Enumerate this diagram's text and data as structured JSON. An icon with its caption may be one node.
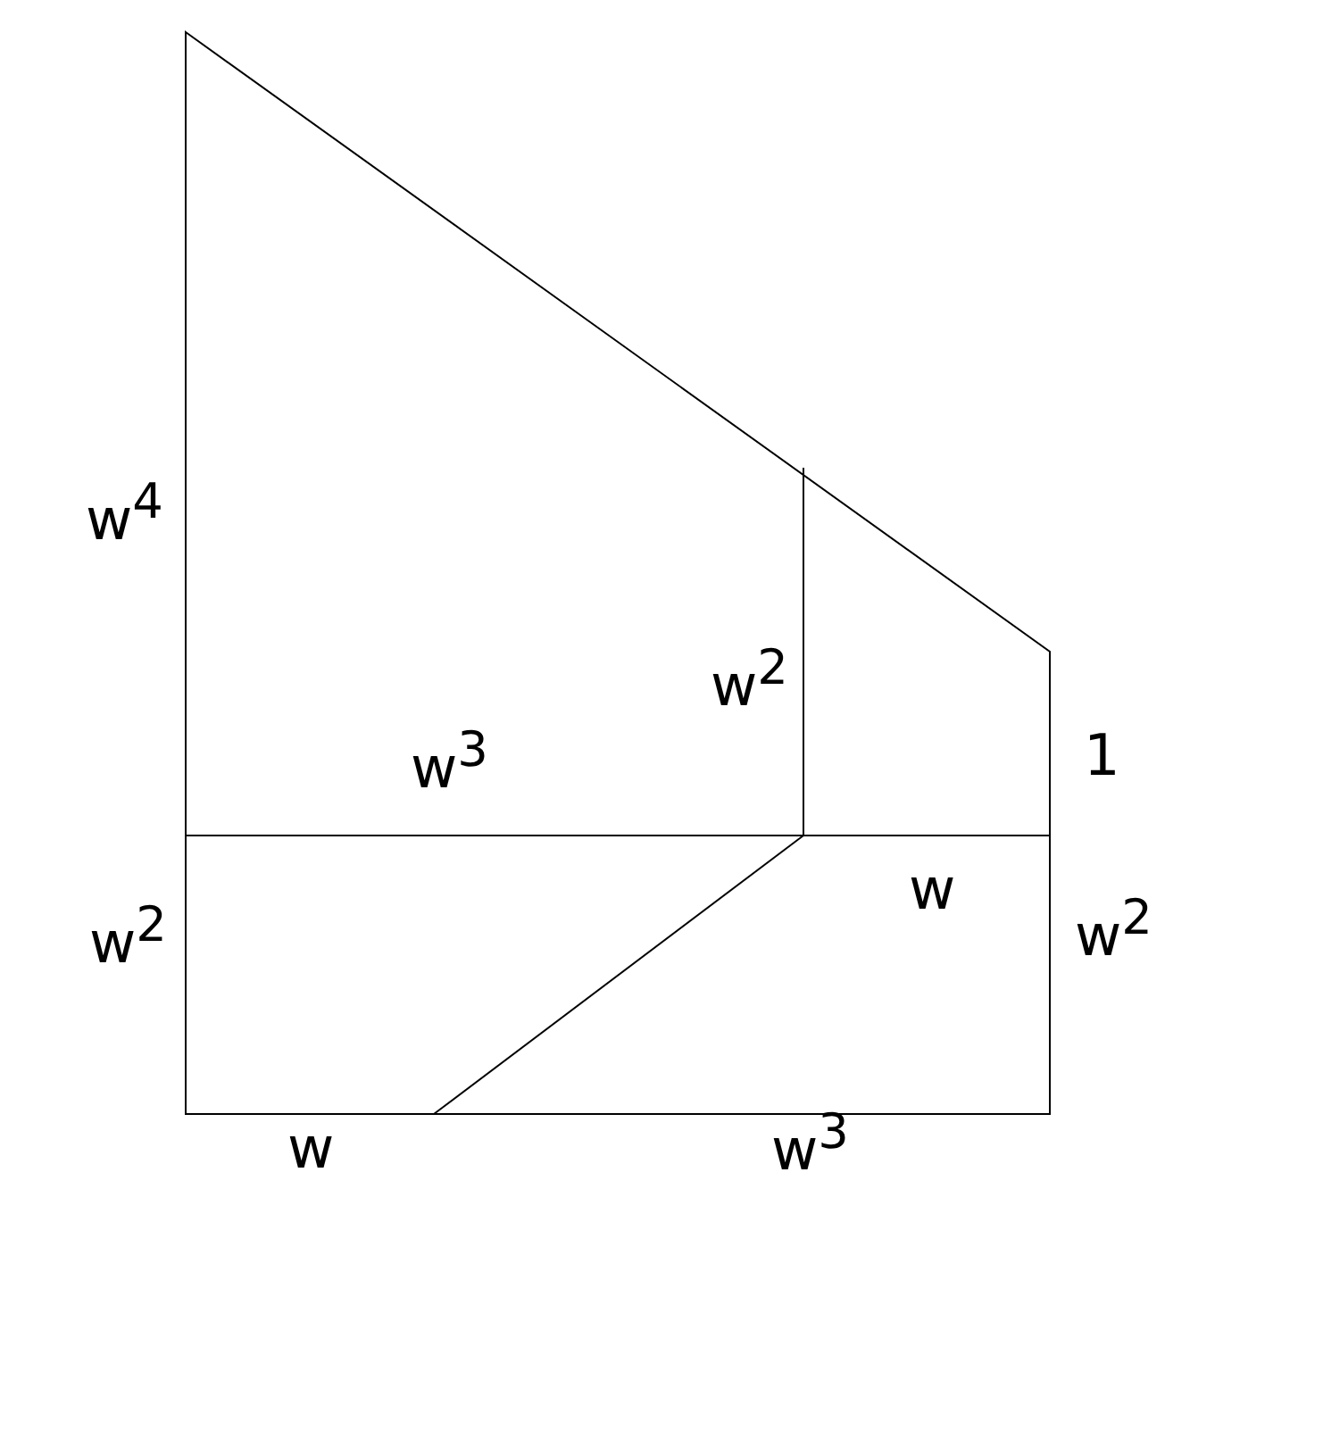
{
  "diagram": {
    "labels": [
      "w$^{4}$",
      "w$^{2}$",
      "1",
      "w$^{3}$",
      "w",
      "w$^{2}$",
      "w$^{2}$",
      "w",
      "w$^{3}$"
    ]
  }
}
